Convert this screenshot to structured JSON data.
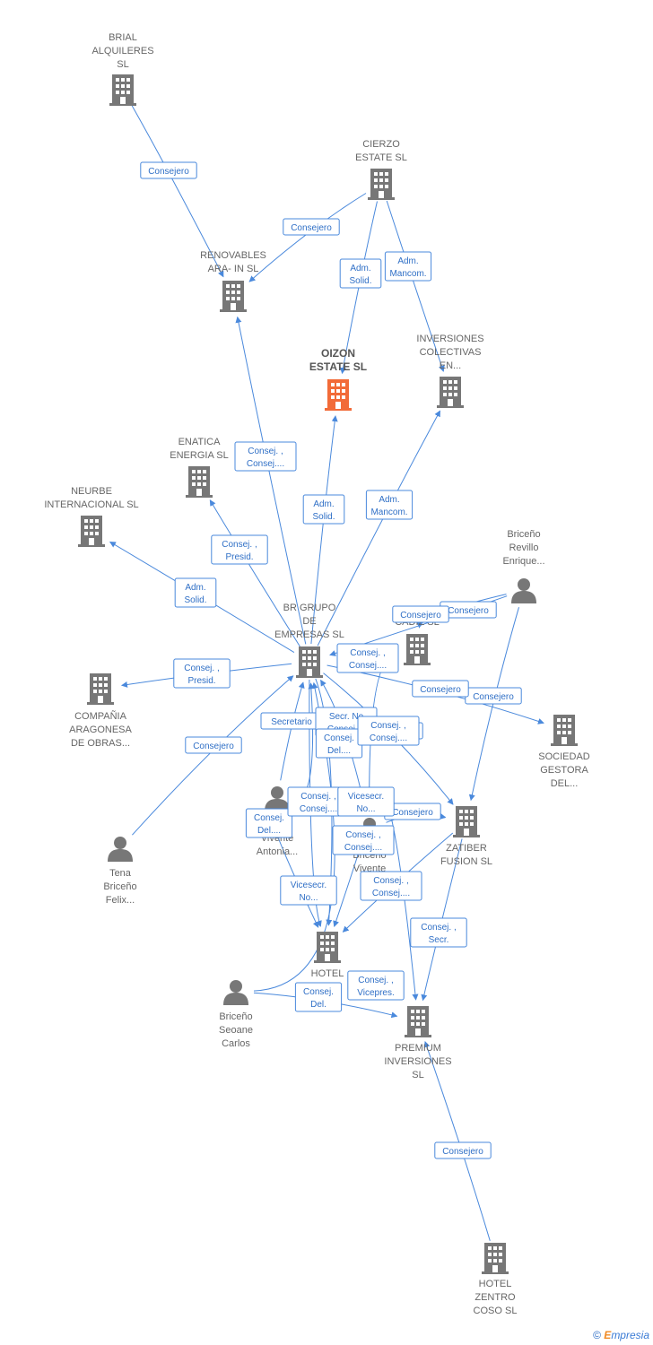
{
  "colors": {
    "edge": "#4a89dc",
    "node": "#777777",
    "highlight": "#f26b38"
  },
  "nodes": [
    {
      "id": "brial",
      "type": "company",
      "lines": [
        "BRIAL",
        "ALQUILERES",
        "SL"
      ]
    },
    {
      "id": "cierzo",
      "type": "company",
      "lines": [
        "CIERZO",
        "ESTATE  SL"
      ]
    },
    {
      "id": "renovables",
      "type": "company",
      "lines": [
        "RENOVABLES",
        "ARA- IN SL"
      ]
    },
    {
      "id": "oizon",
      "type": "company",
      "highlight": true,
      "lines": [
        "OIZON",
        "ESTATE  SL"
      ]
    },
    {
      "id": "inversiones",
      "type": "company",
      "lines": [
        "INVERSIONES",
        "COLECTIVAS",
        "EN..."
      ]
    },
    {
      "id": "enatica",
      "type": "company",
      "lines": [
        "ENATICA",
        "ENERGIA  SL"
      ]
    },
    {
      "id": "neurbe",
      "type": "company",
      "lines": [
        "NEURBE",
        "INTERNACIONAL SL"
      ]
    },
    {
      "id": "brgrupo",
      "type": "company",
      "lines": [
        "BR GRUPO",
        "DE",
        "EMPRESAS SL"
      ]
    },
    {
      "id": "cadiz",
      "type": "company",
      "lines": [
        "CADIZ SL"
      ]
    },
    {
      "id": "briceno_revillo",
      "type": "person",
      "lines": [
        "Briceño",
        "Revillo",
        "Enrique..."
      ]
    },
    {
      "id": "compania",
      "type": "company",
      "lines": [
        "COMPAÑIA",
        "ARAGONESA",
        "DE OBRAS..."
      ]
    },
    {
      "id": "sociedad",
      "type": "company",
      "lines": [
        "SOCIEDAD",
        "GESTORA",
        "DEL..."
      ]
    },
    {
      "id": "tena",
      "type": "person",
      "lines": [
        "Tena",
        "Briceño",
        "Felix..."
      ]
    },
    {
      "id": "vivente_antonia",
      "type": "person",
      "lines": [
        "Vivente",
        "Antonia..."
      ]
    },
    {
      "id": "briceno_vivente",
      "type": "person",
      "lines": [
        "Briceño",
        "Vivente",
        "D..."
      ]
    },
    {
      "id": "zatiber",
      "type": "company",
      "lines": [
        "ZATIBER",
        "FUSION  SL"
      ]
    },
    {
      "id": "hotel",
      "type": "company",
      "lines": [
        "HOTEL",
        "E...",
        "SL"
      ]
    },
    {
      "id": "briceno_seoane",
      "type": "person",
      "lines": [
        "Briceño",
        "Seoane",
        "Carlos"
      ]
    },
    {
      "id": "premium",
      "type": "company",
      "lines": [
        "PREMIUM",
        "INVERSIONES",
        "SL"
      ]
    },
    {
      "id": "hotel_zentro",
      "type": "company",
      "lines": [
        "HOTEL",
        "ZENTRO",
        "COSO  SL"
      ]
    }
  ],
  "edges": [
    {
      "from": "brial",
      "to": "renovables",
      "label": [
        "Consejero"
      ]
    },
    {
      "from": "cierzo",
      "to": "renovables",
      "label": [
        "Consejero"
      ]
    },
    {
      "from": "cierzo",
      "to": "oizon",
      "label": [
        "Adm.",
        "Solid."
      ]
    },
    {
      "from": "cierzo",
      "to": "inversiones",
      "label": [
        "Adm.",
        "Mancom."
      ]
    },
    {
      "from": "brgrupo",
      "to": "renovables",
      "label": [
        "Consej. ,",
        "Consej...."
      ]
    },
    {
      "from": "brgrupo",
      "to": "oizon",
      "label": [
        "Adm.",
        "Solid."
      ]
    },
    {
      "from": "brgrupo",
      "to": "inversiones",
      "label": [
        "Adm.",
        "Mancom."
      ]
    },
    {
      "from": "brgrupo",
      "to": "enatica",
      "label": [
        "Consej. ,",
        "Presid."
      ]
    },
    {
      "from": "brgrupo",
      "to": "neurbe",
      "label": [
        "Adm.",
        "Solid."
      ]
    },
    {
      "from": "brgrupo",
      "to": "compania",
      "label": [
        "Consej. ,",
        "Presid."
      ]
    },
    {
      "from": "briceno_revillo",
      "to": "brgrupo",
      "label": [
        "Consejero"
      ]
    },
    {
      "from": "briceno_revillo",
      "to": "cadiz",
      "label": [
        "Consejero"
      ]
    },
    {
      "from": "briceno_revillo",
      "to": "zatiber",
      "label": [
        "Consejero"
      ]
    },
    {
      "from": "brgrupo",
      "to": "sociedad",
      "label": [
        "Consejero"
      ]
    },
    {
      "from": "tena",
      "to": "brgrupo",
      "label": [
        "Consejero"
      ]
    },
    {
      "from": "vivente_antonia",
      "to": "brgrupo",
      "label": [
        "Secretario"
      ]
    },
    {
      "from": "briceno_vivente",
      "to": "cadiz",
      "label": [
        "Consej. ,",
        "Consej...."
      ]
    },
    {
      "from": "briceno_vivente",
      "to": "brgrupo",
      "label": [
        "Secr.  No",
        "Consej...."
      ]
    },
    {
      "from": "brgrupo",
      "to": "zatiber",
      "label": [
        "Consejero"
      ]
    },
    {
      "from": "vivente_antonia",
      "to": "hotel",
      "label": [
        "Consej.",
        "Del...."
      ]
    },
    {
      "from": "brgrupo",
      "to": "hotel",
      "label": [
        "Consej.",
        "Del...."
      ]
    },
    {
      "from": "briceno_vivente",
      "to": "zatiber",
      "label": [
        "Consejero"
      ]
    },
    {
      "from": "vivente_antonia",
      "to": "brgrupo",
      "label": [
        "Consej. ,",
        "Consej...."
      ]
    },
    {
      "from": "vivente_antonia",
      "to": "zatiber",
      "label": [
        "Vicesecr.",
        "No..."
      ]
    },
    {
      "from": "briceno_vivente",
      "to": "hotel",
      "label": [
        "Consej. ,",
        "Consej...."
      ]
    },
    {
      "from": "brgrupo",
      "to": "hotel",
      "label": [
        "Vicesecr.",
        "No..."
      ]
    },
    {
      "from": "zatiber",
      "to": "hotel",
      "label": [
        "Consej. ,",
        "Consej...."
      ]
    },
    {
      "from": "zatiber",
      "to": "premium",
      "label": [
        "Consej. ,",
        "Secr."
      ]
    },
    {
      "from": "briceno_seoane",
      "to": "brgrupo",
      "label": [
        "Consej. ,",
        "Vicepres."
      ]
    },
    {
      "from": "briceno_seoane",
      "to": "premium",
      "label": [
        "Consej.",
        "Del."
      ]
    },
    {
      "from": "hotel_zentro",
      "to": "premium",
      "label": [
        "Consejero"
      ]
    },
    {
      "from": "briceno_vivente",
      "to": "premium",
      "label": [
        "Consej. ,",
        "Consej...."
      ]
    }
  ],
  "footer": {
    "copyright": "©",
    "brand_first": "E",
    "brand_rest": "mpresia"
  }
}
